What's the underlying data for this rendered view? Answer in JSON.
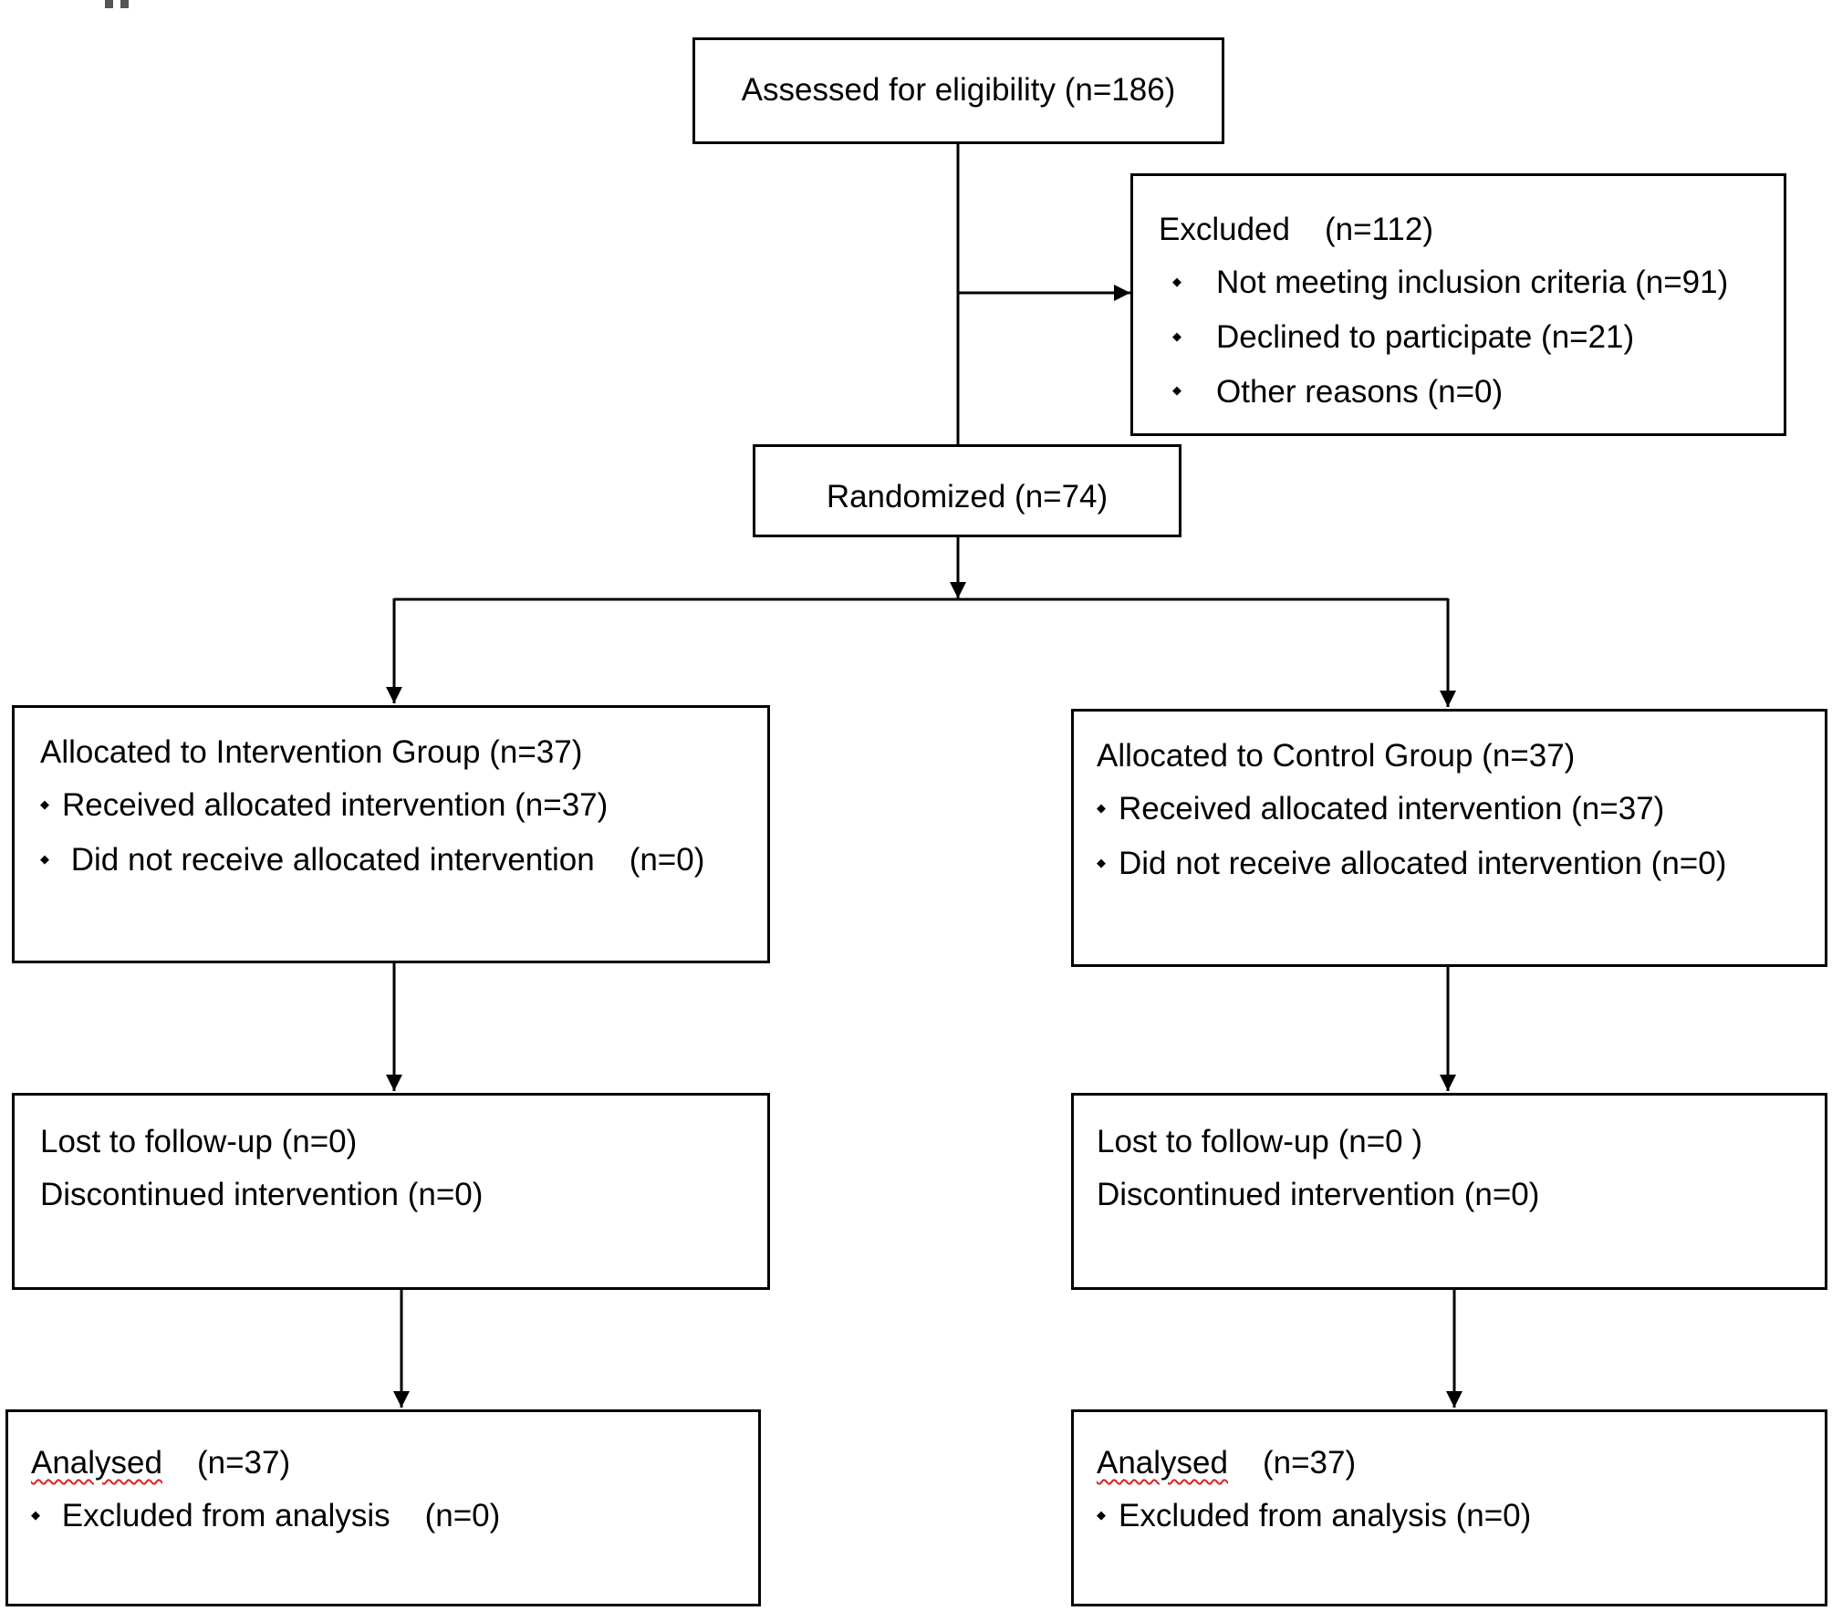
{
  "enrollment": {
    "assessed": "Assessed for eligibility (n=186)",
    "excluded": {
      "title": "Excluded",
      "count": "(n=112)",
      "reasons": [
        "Not meeting inclusion criteria (n=91)",
        "Declined to participate (n=21)",
        "Other reasons (n=0)"
      ]
    },
    "randomized": "Randomized (n=74)"
  },
  "arms": {
    "intervention": {
      "allocation": {
        "title": "Allocated to Intervention Group (n=37)",
        "received": "Received allocated intervention (n=37)",
        "not_received_label": "Did not receive allocated intervention",
        "not_received_count": "(n=0)"
      },
      "follow_up": {
        "lost": "Lost to follow-up (n=0)",
        "discontinued": "Discontinued intervention (n=0)"
      },
      "analysis": {
        "title": "Analysed",
        "count": "(n=37)",
        "excluded_label": "Excluded from analysis",
        "excluded_count": "(n=0)"
      }
    },
    "control": {
      "allocation": {
        "title": "Allocated to Control Group (n=37)",
        "received": "Received allocated intervention (n=37)",
        "not_received": "Did not receive allocated intervention (n=0)"
      },
      "follow_up": {
        "lost": "Lost to follow-up (n=0 )",
        "discontinued": "Discontinued intervention (n=0)"
      },
      "analysis": {
        "title": "Analysed",
        "count": "(n=37)",
        "excluded": "Excluded from analysis (n=0)"
      }
    }
  },
  "colors": {
    "stroke": "#000000",
    "background": "#ffffff",
    "spellcheck_underline": "#e02020"
  }
}
